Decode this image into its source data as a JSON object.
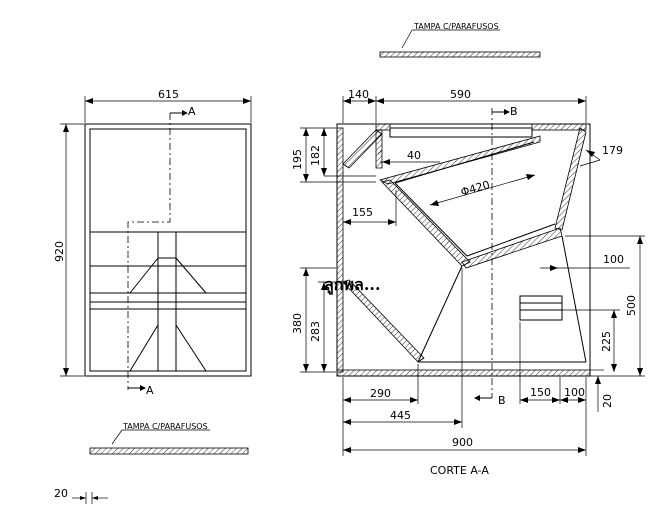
{
  "labels": {
    "cover_top": "TAMPA C/PARAFUSOS",
    "cover_bottom": "TAMPA C/PARAFUSOS",
    "section_title": "CORTE A-A",
    "section_mark_a_top": "A",
    "section_mark_a_bottom": "A",
    "section_mark_b_top": "B",
    "section_mark_b_bottom": "B",
    "overlay_text": "ลูกพล..."
  },
  "dimensions": {
    "front_width": "615",
    "front_height": "920",
    "front_panel": "20",
    "top_offset": "140",
    "top_width": "590",
    "h195": "195",
    "h182": "182",
    "d40": "40",
    "diam": "Φ420",
    "d179": "179",
    "d155": "155",
    "d100_right": "100",
    "d500": "500",
    "d380": "380",
    "d283": "283",
    "d225": "225",
    "d290": "290",
    "d150": "150",
    "d100_bottom": "100",
    "d20_bottom": "20",
    "d445": "445",
    "d900": "900"
  }
}
